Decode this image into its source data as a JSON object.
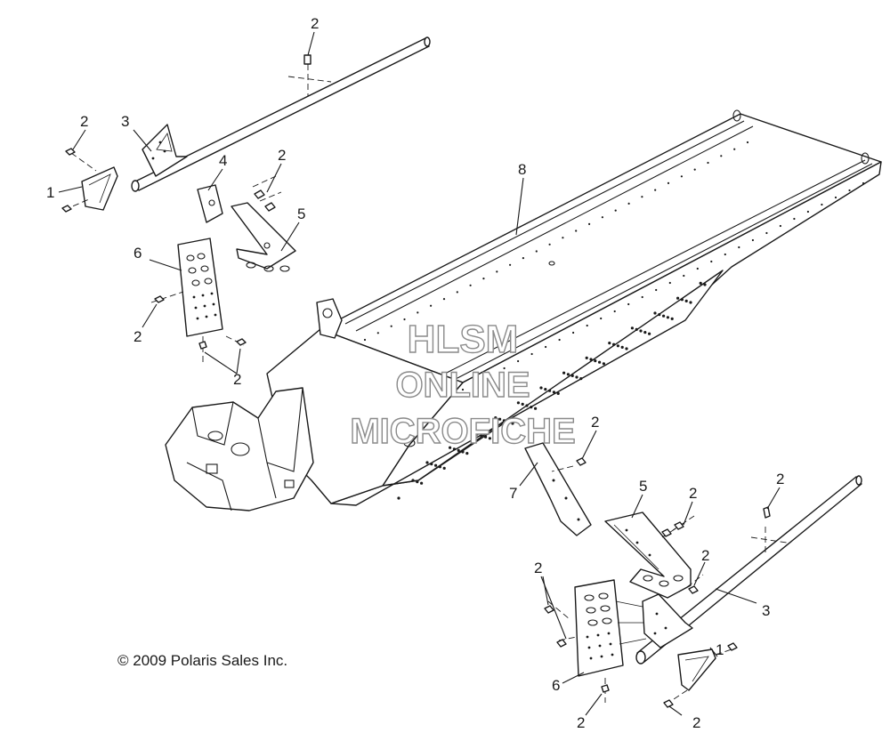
{
  "diagram": {
    "callouts": [
      {
        "id": "c2-top",
        "label": "2"
      },
      {
        "id": "c2-left",
        "label": "2"
      },
      {
        "id": "c3-left",
        "label": "3"
      },
      {
        "id": "c1-left",
        "label": "1"
      },
      {
        "id": "c4",
        "label": "4"
      },
      {
        "id": "c2-upper-mid",
        "label": "2"
      },
      {
        "id": "c5-upper",
        "label": "5"
      },
      {
        "id": "c6-upper",
        "label": "6"
      },
      {
        "id": "c2-left-low",
        "label": "2"
      },
      {
        "id": "c2-left-bottom",
        "label": "2"
      },
      {
        "id": "c8",
        "label": "8"
      },
      {
        "id": "c2-center",
        "label": "2"
      },
      {
        "id": "c7",
        "label": "7"
      },
      {
        "id": "c5-lower",
        "label": "5"
      },
      {
        "id": "c2-lower-a",
        "label": "2"
      },
      {
        "id": "c2-lower-right-top",
        "label": "2"
      },
      {
        "id": "c2-lower-b",
        "label": "2"
      },
      {
        "id": "c2-lower-left",
        "label": "2"
      },
      {
        "id": "c3-right",
        "label": "3"
      },
      {
        "id": "c1-right",
        "label": "1"
      },
      {
        "id": "c6-lower",
        "label": "6"
      },
      {
        "id": "c2-bottom-left",
        "label": "2"
      },
      {
        "id": "c2-bottom-right",
        "label": "2"
      }
    ],
    "copyright": "© 2009 Polaris Sales Inc.",
    "watermark": {
      "line1": "HLSM",
      "line2": "ONLINE",
      "line3": "MICROFICHE"
    }
  }
}
